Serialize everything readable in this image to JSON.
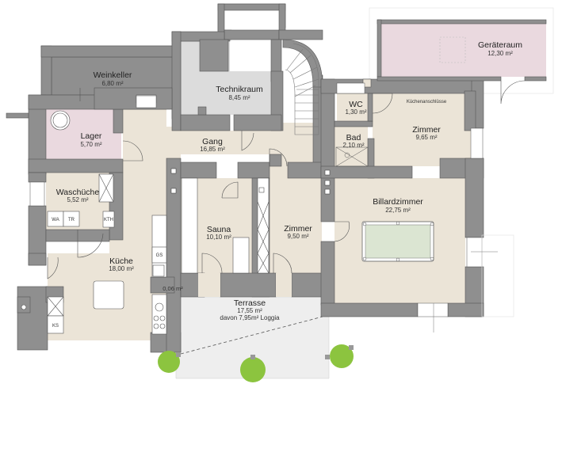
{
  "colors": {
    "wall": "#8f8f8f",
    "wall_outline": "#555555",
    "floor_beige": "#ebe4d7",
    "floor_pink": "#ead9df",
    "floor_grey": "#dcdcdc",
    "terrace": "#eeeeee",
    "billiard_felt": "#dbe5d2",
    "tree_green": "#8cc43f"
  },
  "rooms": [
    {
      "name": "Weinkeller",
      "area": "6,80 m²"
    },
    {
      "name": "Technikraum",
      "area": "8,45 m²"
    },
    {
      "name": "Geräteraum",
      "area": "12,30 m²"
    },
    {
      "name": "Lager",
      "area": "5,70 m²"
    },
    {
      "name": "Gang",
      "area": "16,85 m²"
    },
    {
      "name": "WC",
      "area": "1,30 m²"
    },
    {
      "name": "Bad",
      "area": "2,10 m²"
    },
    {
      "name": "Zimmer",
      "area": "9,65 m²"
    },
    {
      "name": "Waschüche",
      "area": "5,52 m²"
    },
    {
      "name": "Billardzimmer",
      "area": "22,75 m²"
    },
    {
      "name": "Sauna",
      "area": "10,10 m²"
    },
    {
      "name": "Zimmer",
      "area": "9,50 m²"
    },
    {
      "name": "Küche",
      "area": "18,00 m²"
    },
    {
      "name": "Terrasse",
      "area": "17,55 m²",
      "note": "davon 7,95m² Loggia"
    }
  ],
  "labels": {
    "kuechenanschluesse": "Küchenanschlüsse",
    "small_area": "0,06 m²",
    "wa": "WA",
    "tr": "TR",
    "kth": "KTH",
    "gs": "GS",
    "ks": "KS"
  }
}
